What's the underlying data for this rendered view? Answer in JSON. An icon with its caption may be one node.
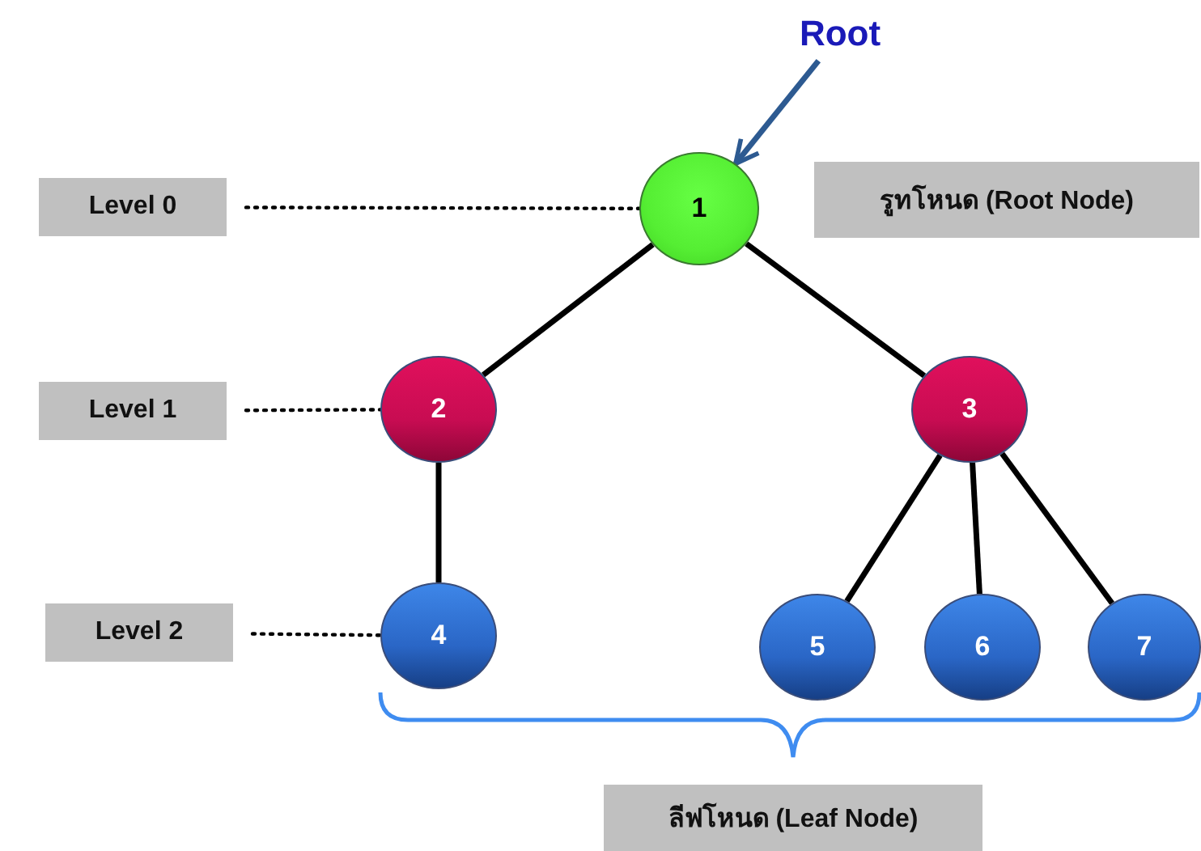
{
  "diagram": {
    "nodes": [
      {
        "text": [
          "Root"
        ]
      },
      {
        "text": [
          "1"
        ]
      },
      {
        "text": [
          "2"
        ]
      },
      {
        "text": [
          "3"
        ]
      },
      {
        "text": [
          "4"
        ]
      },
      {
        "text": [
          "5"
        ]
      },
      {
        "text": [
          "6"
        ]
      },
      {
        "text": [
          "7"
        ]
      },
      {
        "text": [
          "Level 0"
        ]
      },
      {
        "text": [
          "Level 1"
        ]
      },
      {
        "text": [
          "Level 2"
        ]
      },
      {
        "text": [
          "รูทโหนด (Root Node)"
        ]
      },
      {
        "text": [
          "ลีฟโหนด (Leaf Node)"
        ]
      }
    ],
    "edges": [
      {
        "from": 0,
        "to": 1,
        "arrow": "to",
        "color": "#2d5a91"
      },
      {
        "from": 1,
        "to": 2,
        "arrow": "none"
      },
      {
        "from": 1,
        "to": 3,
        "arrow": "none"
      },
      {
        "from": 2,
        "to": 4,
        "arrow": "none"
      },
      {
        "from": 3,
        "to": 5,
        "arrow": "none"
      },
      {
        "from": 3,
        "to": 6,
        "arrow": "none"
      },
      {
        "from": 3,
        "to": 7,
        "arrow": "none"
      },
      {
        "from": 8,
        "to": 1,
        "arrow": "none",
        "style": "dashed"
      },
      {
        "from": 9,
        "to": 2,
        "arrow": "none",
        "style": "dashed"
      },
      {
        "from": 10,
        "to": 4,
        "arrow": "none",
        "style": "dashed"
      }
    ]
  }
}
